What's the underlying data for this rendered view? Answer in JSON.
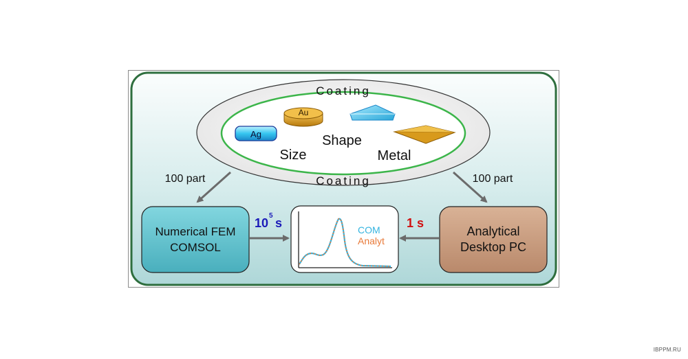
{
  "diagram": {
    "coating_top": "Coating",
    "coating_bottom": "Coating",
    "particles": {
      "ag": "Ag",
      "au": "Au"
    },
    "properties": {
      "shape": "Shape",
      "size": "Size",
      "metal": "Metal"
    },
    "left_arrow_label": "100 part",
    "right_arrow_label": "100 part",
    "fem_box": {
      "line1": "Numerical FEM",
      "line2": "COMSOL"
    },
    "analytical_box": {
      "line1": "Analytical",
      "line2": "Desktop PC"
    },
    "fem_time": {
      "base": "10",
      "exponent": "5",
      "unit": "s"
    },
    "analytical_time": "1 s",
    "plot_legend": {
      "com": "COM",
      "analyt": "Analyt"
    },
    "colors": {
      "panel_border": "#2e6e3e",
      "ellipse_inner": "#3cb54a",
      "fem_fill": "#5fc3cf",
      "analytical_fill": "#c79a7e",
      "fem_time_color": "#1a1ab8",
      "analytical_time_color": "#d01010",
      "com_color": "#34b4e0",
      "analyt_color": "#e87a3a",
      "arrow": "#6b6b6b",
      "gold": "#d89a1c"
    }
  },
  "watermark": "IBPPM.RU"
}
